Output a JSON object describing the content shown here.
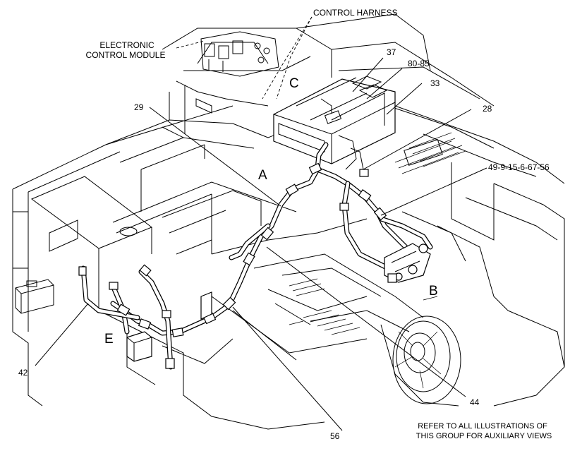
{
  "callouts": {
    "control_harness": "CONTROL HARNESS",
    "ecm_line1": "ELECTRONIC",
    "ecm_line2": "CONTROL MODULE",
    "n37": "37",
    "n80_85": "80-85",
    "n33": "33",
    "n29": "29",
    "n28": "28",
    "n49": "49-9-15-6-67-56",
    "n42": "42",
    "n44": "44",
    "n56": "56"
  },
  "zones": {
    "a": "A",
    "b": "B",
    "c": "C",
    "e": "E"
  },
  "note": {
    "line1": "REFER TO ALL ILLUSTRATIONS OF",
    "line2": "THIS GROUP FOR AUXILIARY VIEWS"
  }
}
